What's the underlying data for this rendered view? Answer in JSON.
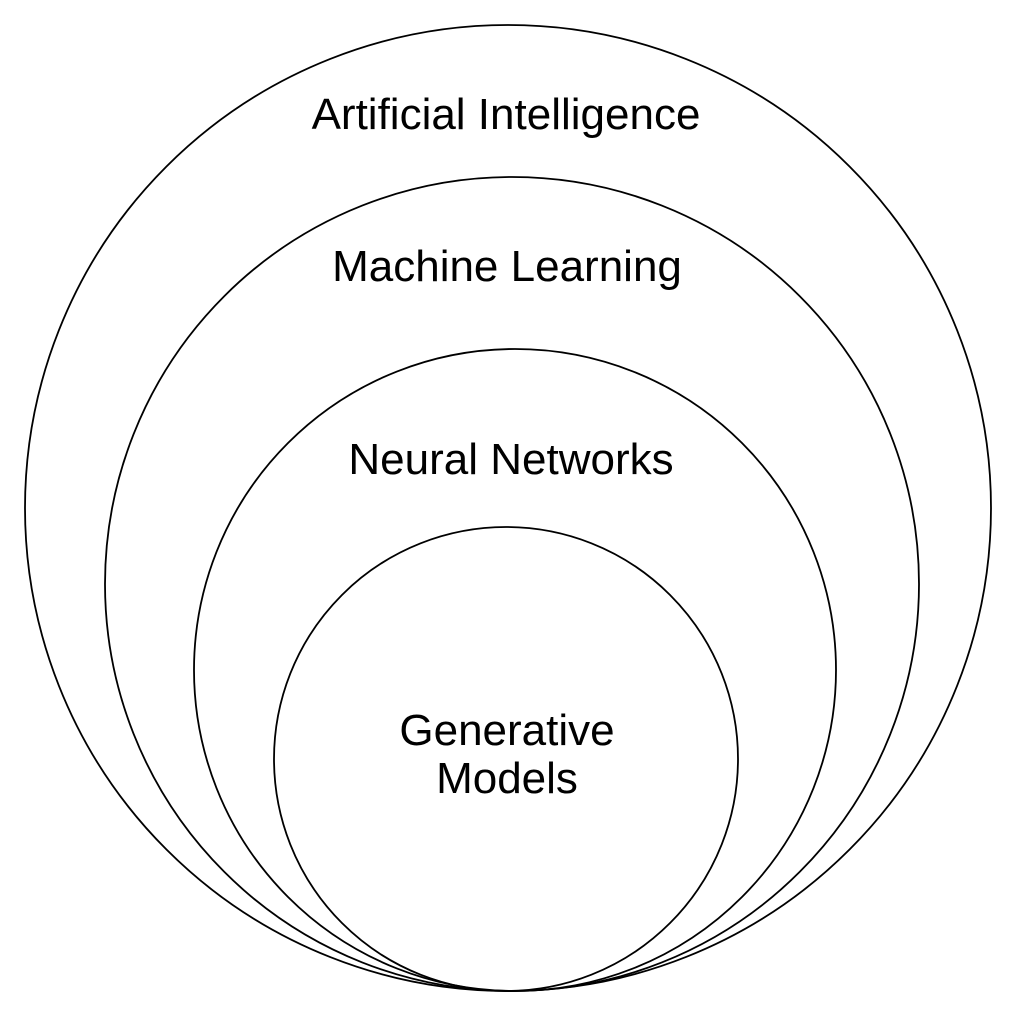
{
  "diagram": {
    "type": "nested-circles-euler",
    "background_color": "#ffffff",
    "stroke_color": "#000000",
    "text_color": "#000000",
    "layers": [
      {
        "label": "Artificial Intelligence"
      },
      {
        "label": "Machine Learning"
      },
      {
        "label": "Neural Networks"
      },
      {
        "label": "Generative Models",
        "line1": "Generative",
        "line2": "Models"
      }
    ]
  }
}
